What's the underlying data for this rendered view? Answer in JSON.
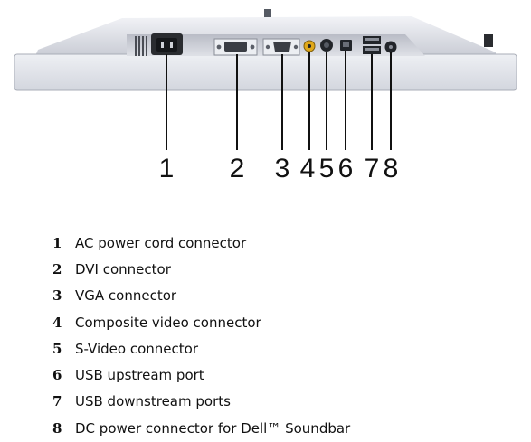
{
  "callouts": [
    "1",
    "2",
    "3",
    "4",
    "5",
    "6",
    "7",
    "8"
  ],
  "legend": [
    {
      "num": "1",
      "label": "AC power cord connector"
    },
    {
      "num": "2",
      "label": "DVI connector"
    },
    {
      "num": "3",
      "label": "VGA connector"
    },
    {
      "num": "4",
      "label": "Composite video connector"
    },
    {
      "num": "5",
      "label": "S-Video connector"
    },
    {
      "num": "6",
      "label": "USB upstream port"
    },
    {
      "num": "7",
      "label": "USB downstream ports"
    },
    {
      "num": "8",
      "label": "DC power connector for Dell™ Soundbar"
    }
  ],
  "colors": {
    "panel_light": "#e4e6ec",
    "panel_mid": "#c9ccd5",
    "panel_dark": "#9ea2ad",
    "port_black": "#111111",
    "text": "#111111"
  }
}
